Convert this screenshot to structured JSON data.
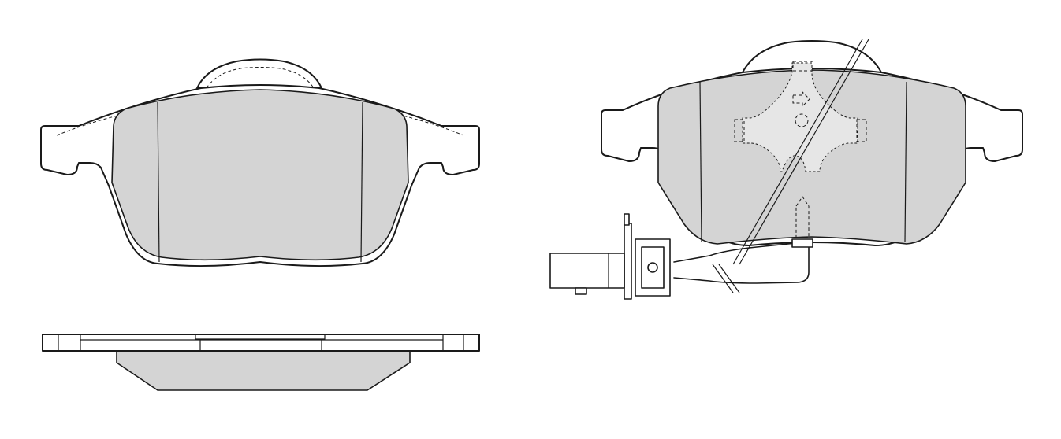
{
  "colors": {
    "background": "#ffffff",
    "line": "#1a1a1a",
    "friction_material": "#d4d4d4"
  },
  "views": [
    {
      "id": "front"
    },
    {
      "id": "rear_with_sensor"
    },
    {
      "id": "side"
    }
  ]
}
